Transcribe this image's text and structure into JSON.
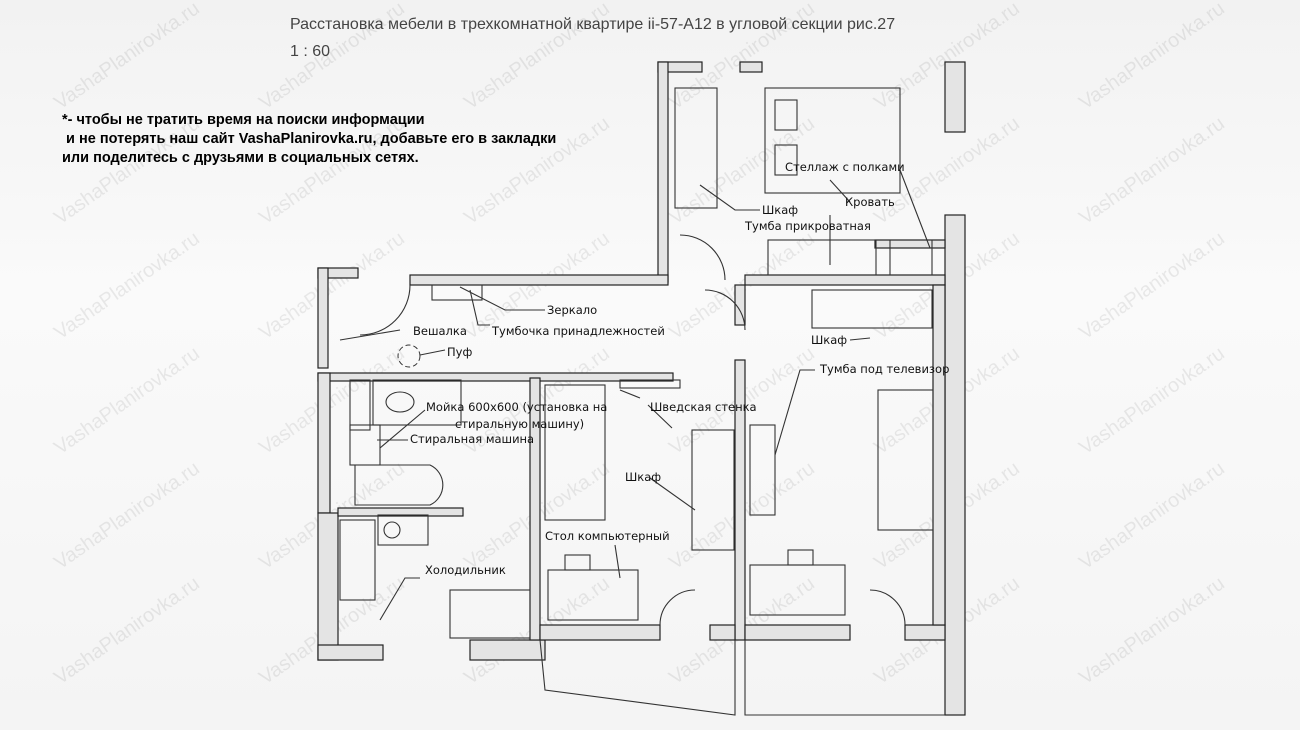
{
  "header": {
    "title": "Расстановка мебели в трехкомнатной квартире ii-57-А12 в угловой секции рис.27",
    "scale": "1 : 60"
  },
  "note": "*- чтобы не тратить время на поиски информации\n и не потерять наш сайт VashaPlanirovka.ru, добавьте его в закладки\nили поделитесь с друзьями в социальных сетях.",
  "watermark": "VashaPlanirovka.ru",
  "labels": {
    "shelving": "Стеллаж с полками",
    "wardrobe_bedroom": "Шкаф",
    "bed": "Кровать",
    "nightstand": "Тумба прикроватная",
    "mirror": "Зеркало",
    "hanger": "Вешалка",
    "accessories_stand": "Тумбочка принадлежностей",
    "pouf": "Пуф",
    "sink_line1": "Мойка 600x600 (установка на",
    "sink_line2": "стиральную машину)",
    "washing_machine": "Стиральная машина",
    "swedish_wall": "Шведская стенка",
    "wardrobe_kids": "Шкаф",
    "wardrobe_living": "Шкаф",
    "tv_stand": "Тумба под телевизор",
    "computer_desk": "Стол компьютерный",
    "fridge": "Холодильник"
  }
}
